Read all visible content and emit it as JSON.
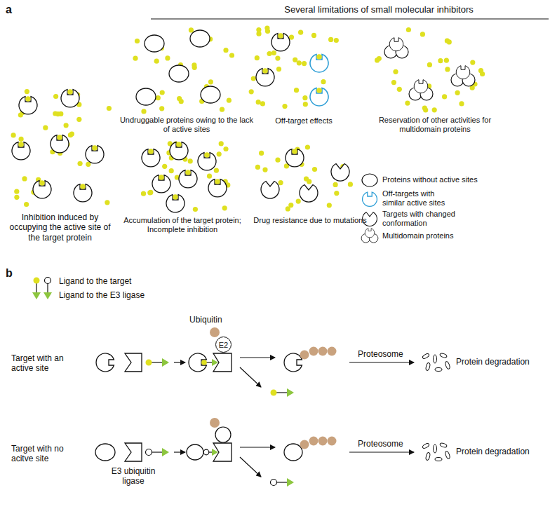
{
  "diagram": {
    "nodes": [
      {
        "text": [
          "E2"
        ]
      }
    ],
    "labels": [
      "a",
      "Several limitations of small molecular inhibitors",
      "Inhibition induced by occupying the active site of the target protein",
      "Undruggable proteins owing to the lack of active sites",
      "Off-target effects",
      "Reservation of other activities for multidomain proteins",
      "Accumulation of the target protein; Incomplete inhibition",
      "Drug resistance due to mutations",
      "b",
      "Ubiquitin",
      "Target with an active site",
      "Proteosome",
      "Protein degradation",
      "Target with no acitve site",
      "E3 ubiquitin ligase",
      "Proteosome",
      "Protein degradation"
    ],
    "legend": [
      {
        "text": "Proteins without active sites"
      },
      {
        "text": "Off-targets with similar active sites"
      },
      {
        "text": "Targets with changed conformation"
      },
      {
        "text": "Multidomain proteins"
      },
      {
        "text": "Ligand to the target"
      },
      {
        "text": "Ligand to the E3 ligase"
      }
    ]
  }
}
